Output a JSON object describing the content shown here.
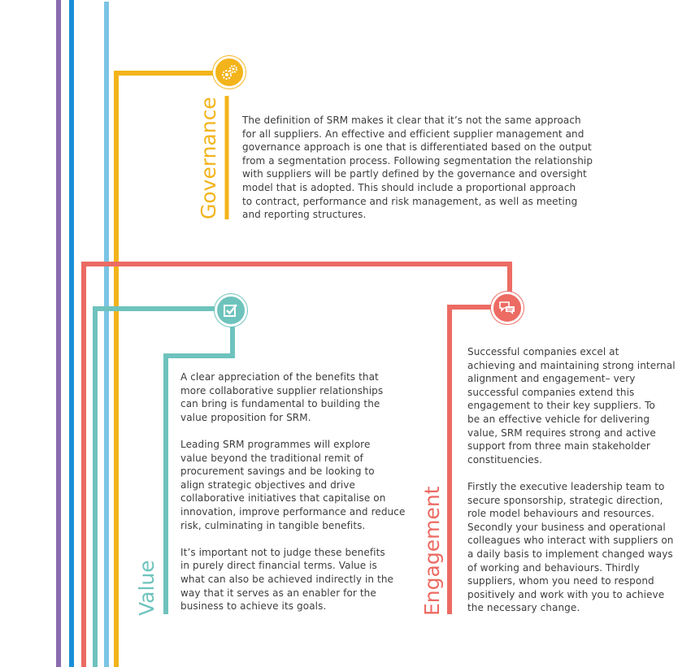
{
  "colors": {
    "purple": "#8a6bb0",
    "blue": "#1a8fd6",
    "light_blue": "#7ac4e4",
    "yellow": "#f3b41b",
    "coral": "#ec6b63",
    "teal": "#6ec3bd",
    "text": "#3c3c3c"
  },
  "governance": {
    "title": "Governance",
    "icon": "gears-icon",
    "text": "The definition of SRM makes it clear that it’s not the same approach\nfor all suppliers. An effective and efficient supplier management and\ngovernance approach is one that is differentiated based on the output\nfrom a segmentation process. Following segmentation the relationship\nwith suppliers will be partly defined by the governance and oversight\nmodel that is adopted. This should include a proportional approach\nto contract, performance and risk management, as well as meeting\nand reporting structures."
  },
  "value": {
    "title": "Value",
    "icon": "checkbox-icon",
    "paragraphs": [
      "A clear appreciation of the benefits that\nmore collaborative supplier relationships\ncan bring is fundamental to building the\nvalue proposition for SRM.",
      "Leading SRM programmes will explore\nvalue beyond the traditional remit of\nprocurement savings and be looking to\nalign strategic objectives and drive\ncollaborative initiatives that capitalise on\ninnovation, improve performance and reduce\nrisk, culminating in tangible benefits.",
      "It’s important not to judge these benefits\nin purely direct financial terms. Value is\nwhat can also be achieved indirectly in the\nway that it serves as an enabler for the\nbusiness to achieve its goals."
    ]
  },
  "engagement": {
    "title": "Engagement",
    "icon": "speech-bubbles-icon",
    "paragraphs": [
      "Successful companies excel at\nachieving and maintaining strong internal\nalignment and engagement– very\nsuccessful companies extend this\nengagement to their key suppliers. To\nbe an effective vehicle for delivering\nvalue, SRM requires strong and active\nsupport from three main stakeholder\nconstituencies.",
      "Firstly the executive leadership team to\nsecure sponsorship, strategic direction,\nrole model behaviours and resources.\nSecondly your business and operational\ncolleagues who interact with suppliers on\na daily basis to implement changed ways\nof working and behaviours. Thirdly\nsuppliers, whom you need to respond\npositively and work with you to achieve\nthe necessary change."
    ]
  }
}
